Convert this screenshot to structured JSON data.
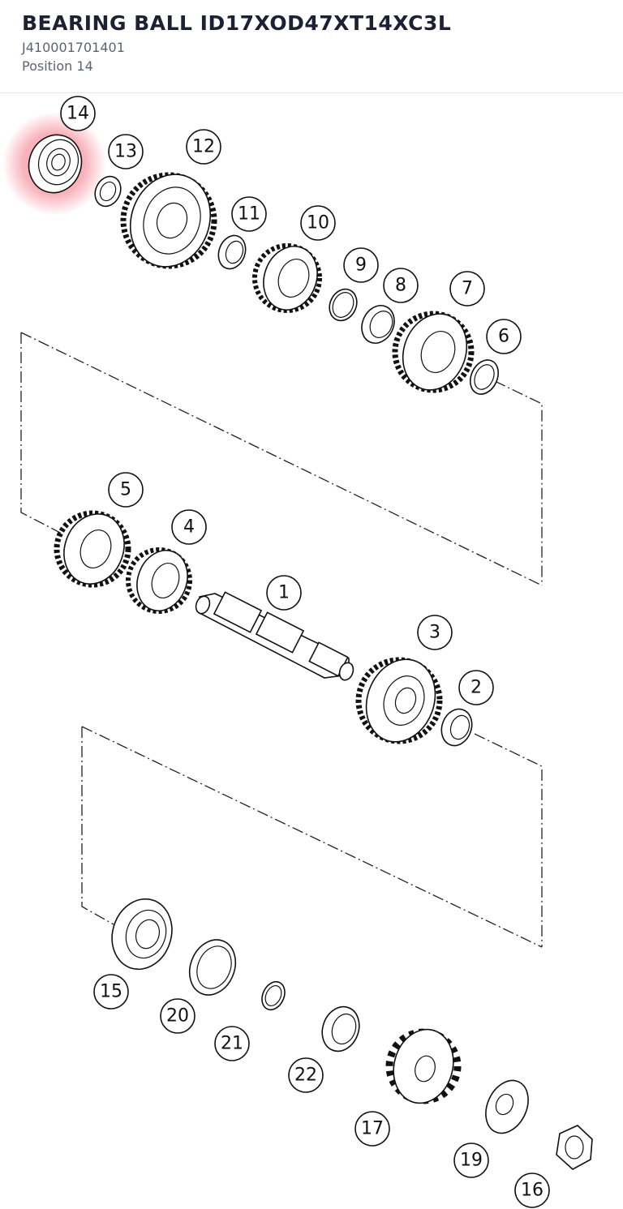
{
  "header": {
    "title": "BEARING BALL ID17XOD47XT14XC3L",
    "part_number": "J410001701401",
    "position_label": "Position 14"
  },
  "highlight": {
    "color": "#f0566a",
    "selected_position": "14"
  },
  "callouts": [
    {
      "id": "c14",
      "label": "14"
    },
    {
      "id": "c13",
      "label": "13"
    },
    {
      "id": "c12",
      "label": "12"
    },
    {
      "id": "c11",
      "label": "11"
    },
    {
      "id": "c10",
      "label": "10"
    },
    {
      "id": "c9",
      "label": "9"
    },
    {
      "id": "c8",
      "label": "8"
    },
    {
      "id": "c7",
      "label": "7"
    },
    {
      "id": "c6",
      "label": "6"
    },
    {
      "id": "c5",
      "label": "5"
    },
    {
      "id": "c4",
      "label": "4"
    },
    {
      "id": "c1",
      "label": "1"
    },
    {
      "id": "c3",
      "label": "3"
    },
    {
      "id": "c2",
      "label": "2"
    },
    {
      "id": "c15",
      "label": "15"
    },
    {
      "id": "c20",
      "label": "20"
    },
    {
      "id": "c21",
      "label": "21"
    },
    {
      "id": "c22",
      "label": "22"
    },
    {
      "id": "c17",
      "label": "17"
    },
    {
      "id": "c19",
      "label": "19"
    },
    {
      "id": "c16",
      "label": "16"
    }
  ]
}
